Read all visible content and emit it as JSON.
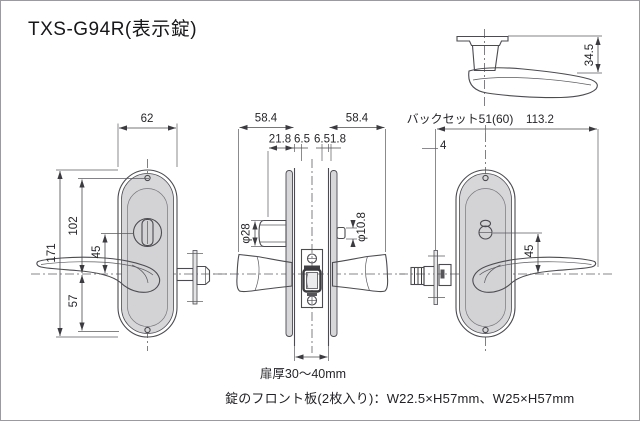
{
  "page": {
    "title": "TXS-G94R(表示錠)",
    "bottom_note": "錠のフロント板(2枚入り)：W22.5×H57mm、W25×H57mm"
  },
  "side_view": {
    "lever_height": "34.5"
  },
  "left_view": {
    "plate_width": "62",
    "plate_height": "171",
    "upper_height": "102",
    "thumbturn_offset": "45",
    "lower_height": "57"
  },
  "section_view": {
    "left_projection": "58.4",
    "right_projection": "58.4",
    "grip_depth": "21.8",
    "left_gap": "6.5",
    "right_gap": "6.5",
    "plate_lip": "1.8",
    "thumbturn_diameter": "φ28",
    "release_diameter": "φ10.8",
    "door_thickness_note": "扉厚30〜40mm"
  },
  "right_view": {
    "backset": "バックセット51(60)",
    "overall_width": "113.2",
    "faceplate_offset": "4",
    "handle_offset": "45"
  },
  "colors": {
    "line": "#4b4b50",
    "metal_light": "#e6e6e8",
    "metal_mid": "#d6d6d9",
    "metal_dark": "#a9a9ae",
    "background": "#ffffff"
  }
}
